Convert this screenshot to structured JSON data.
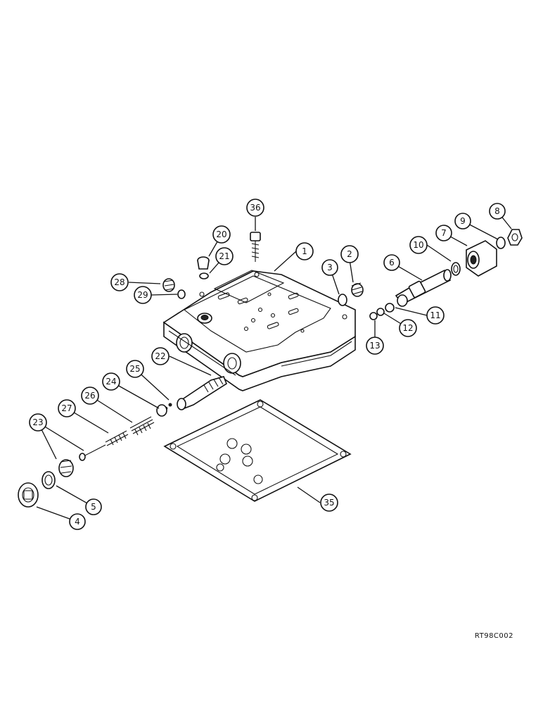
{
  "reference_code": "RT98C002",
  "callouts": [
    {
      "id": "1",
      "label": "1"
    },
    {
      "id": "2",
      "label": "2"
    },
    {
      "id": "3",
      "label": "3"
    },
    {
      "id": "4",
      "label": "4"
    },
    {
      "id": "5",
      "label": "5"
    },
    {
      "id": "6",
      "label": "6"
    },
    {
      "id": "7",
      "label": "7"
    },
    {
      "id": "8",
      "label": "8"
    },
    {
      "id": "9",
      "label": "9"
    },
    {
      "id": "10",
      "label": "10"
    },
    {
      "id": "11",
      "label": "11"
    },
    {
      "id": "12",
      "label": "12"
    },
    {
      "id": "13",
      "label": "13"
    },
    {
      "id": "20",
      "label": "20"
    },
    {
      "id": "21",
      "label": "21"
    },
    {
      "id": "22",
      "label": "22"
    },
    {
      "id": "23",
      "label": "23"
    },
    {
      "id": "24",
      "label": "24"
    },
    {
      "id": "25",
      "label": "25"
    },
    {
      "id": "26",
      "label": "26"
    },
    {
      "id": "27",
      "label": "27"
    },
    {
      "id": "28",
      "label": "28"
    },
    {
      "id": "29",
      "label": "29"
    },
    {
      "id": "35",
      "label": "35"
    },
    {
      "id": "36",
      "label": "36"
    }
  ]
}
